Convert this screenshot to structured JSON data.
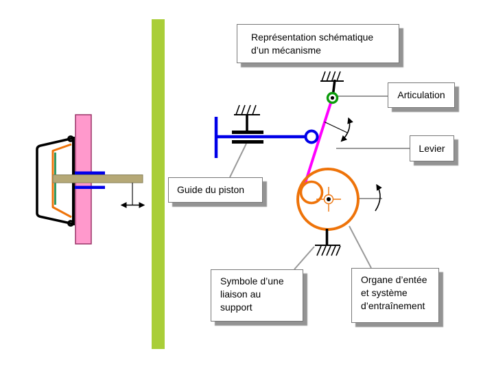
{
  "title_box": {
    "line1": "Représentation schématique",
    "line2": "d’un mécanisme"
  },
  "labels": {
    "articulation": "Articulation",
    "levier": "Levier",
    "guide_piston": "Guide du piston",
    "symbole_liaison": {
      "line1": "Symbole d’une",
      "line2": "liaison au",
      "line3": "support"
    },
    "organe": {
      "line1": "Organe d’entée",
      "line2": "et système",
      "line3": "d’entraînement"
    }
  },
  "icons": {
    "ground-support-icon": "hatched anchor symbol",
    "articulation-pivot-icon": "green ring with black center dot",
    "rotation-arrow-icon": "curved arrow",
    "oscillation-arrow-icon": "double-headed curved arrow",
    "translation-arrow-icon": "double-headed horizontal arrow",
    "crank-center-icon": "orange crosshair with black dot"
  },
  "colors": {
    "crank_orange": "#EE7309",
    "lever_magenta": "#FF00FF",
    "piston_blue": "#0000E8",
    "pivot_green": "#0B9B0B",
    "divider_green": "#A9CE38",
    "wall_pink_fill": "#FF99CC",
    "wall_pink_border": "#993366",
    "cone_green": "#339966",
    "rod_tan": "#B5A876",
    "leader_gray": "#999999"
  }
}
